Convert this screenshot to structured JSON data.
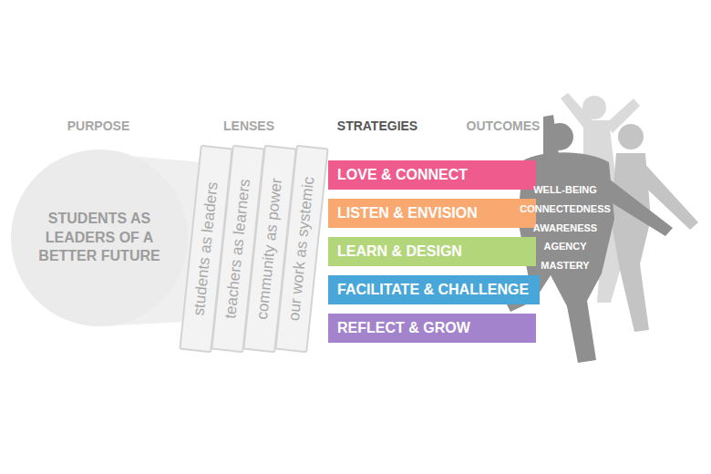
{
  "diagram": {
    "nodes": [
      {
        "text": [
          "STUDENTS AS LEADERS OF A BETTER FUTURE"
        ]
      },
      {
        "text": [
          "students as leaders"
        ]
      },
      {
        "text": [
          "teachers as learners"
        ]
      },
      {
        "text": [
          "community as power"
        ]
      },
      {
        "text": [
          "our work as systemic"
        ]
      },
      {
        "text": [
          "LOVE & CONNECT"
        ]
      },
      {
        "text": [
          "LISTEN & ENVISION"
        ]
      },
      {
        "text": [
          "LEARN & DESIGN"
        ]
      },
      {
        "text": [
          "FACILITATE & CHALLENGE"
        ]
      },
      {
        "text": [
          "REFLECT & GROW"
        ]
      }
    ],
    "labels": [
      "PURPOSE",
      "LENSES",
      "STRATEGIES",
      "OUTCOMES",
      "WELL-BEING",
      "CONNECTEDNESS",
      "AWARENESS",
      "AGENCY",
      "MASTERY"
    ]
  }
}
